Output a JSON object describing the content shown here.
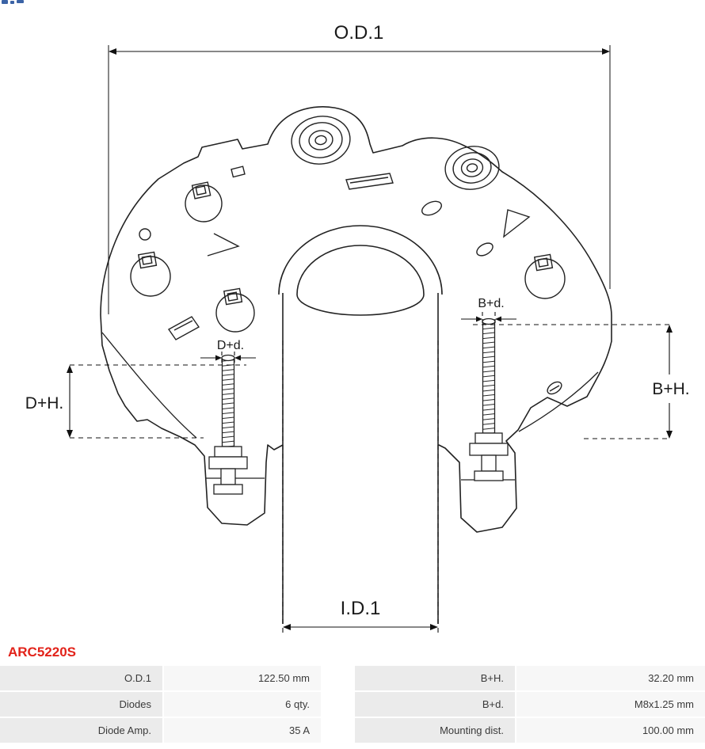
{
  "part_number": "ARC5220S",
  "drawing": {
    "labels": {
      "od1": "O.D.1",
      "id1": "I.D.1",
      "dh": "D+H.",
      "bh": "B+H.",
      "dd": "D+d.",
      "bd": "B+d."
    }
  },
  "spec_table": {
    "left_rows": [
      {
        "label": "O.D.1",
        "value": "122.50 mm"
      },
      {
        "label": "Diodes",
        "value": "6 qty."
      },
      {
        "label": "Diode Amp.",
        "value": "35 A"
      }
    ],
    "right_rows": [
      {
        "label": "B+H.",
        "value": "32.20 mm"
      },
      {
        "label": "B+d.",
        "value": "M8x1.25 mm"
      },
      {
        "label": "Mounting dist.",
        "value": "100.00 mm"
      }
    ]
  },
  "colors": {
    "part_number": "#e2231a",
    "drawing_line": "#222222",
    "dimension_line": "#111111",
    "table_label_bg": "#ebebeb",
    "table_value_bg": "#f7f7f7"
  }
}
